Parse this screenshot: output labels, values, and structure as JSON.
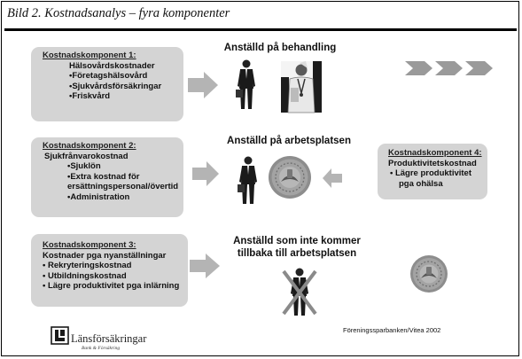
{
  "title": "Bild 2. Kostnadsanalys – fyra komponenter",
  "component1": {
    "head": "Kostnadskomponent 1:",
    "lines": [
      "Hälsovårdskostnader",
      "•Företagshälsovård",
      "•Sjukvårdsförsäkringar",
      "•Friskvård"
    ]
  },
  "component2": {
    "head": "Kostnadskomponent 2:",
    "lines": [
      "Sjukfrånvarokostnad",
      "•Sjuklön",
      "•Extra kostnad för",
      "ersättningspersonal/övertid",
      "•Administration"
    ]
  },
  "component3": {
    "head": "Kostnadskomponent 3:",
    "lines": [
      "Kostnader pga nyanställningar",
      "• Rekryteringskostnad",
      "• Utbildningskostnad",
      "• Lägre produktivitet pga inlärning"
    ]
  },
  "component4": {
    "head": "Kostnadskomponent 4:",
    "lines": [
      "Produktivitetskostnad",
      "•  Lägre produktivitet",
      "pga ohälsa"
    ]
  },
  "scenario1": "Anställd på behandling",
  "scenario2": "Anställd på arbetsplatsen",
  "scenario3": {
    "line1": "Anställd som inte kommer",
    "line2": "tillbaka till arbetsplatsen"
  },
  "source": "Föreningssparbanken/Vitea 2002",
  "logo": {
    "name": "Länsförsäkringar",
    "tagline": "Bank & Försäkring"
  }
}
